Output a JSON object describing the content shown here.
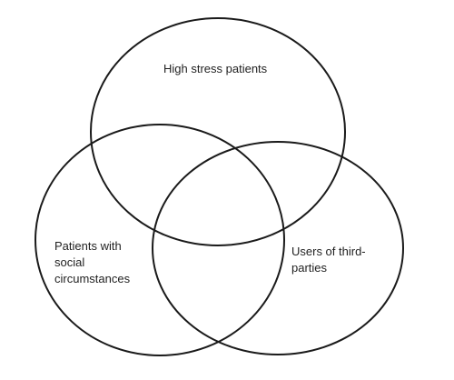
{
  "venn": {
    "sets": [
      {
        "key": "top",
        "lines": [
          "High stress patients"
        ]
      },
      {
        "key": "left",
        "lines": [
          "Patients with",
          "social",
          "circumstances"
        ]
      },
      {
        "key": "right",
        "lines": [
          "Users of third-",
          "parties"
        ]
      }
    ]
  }
}
